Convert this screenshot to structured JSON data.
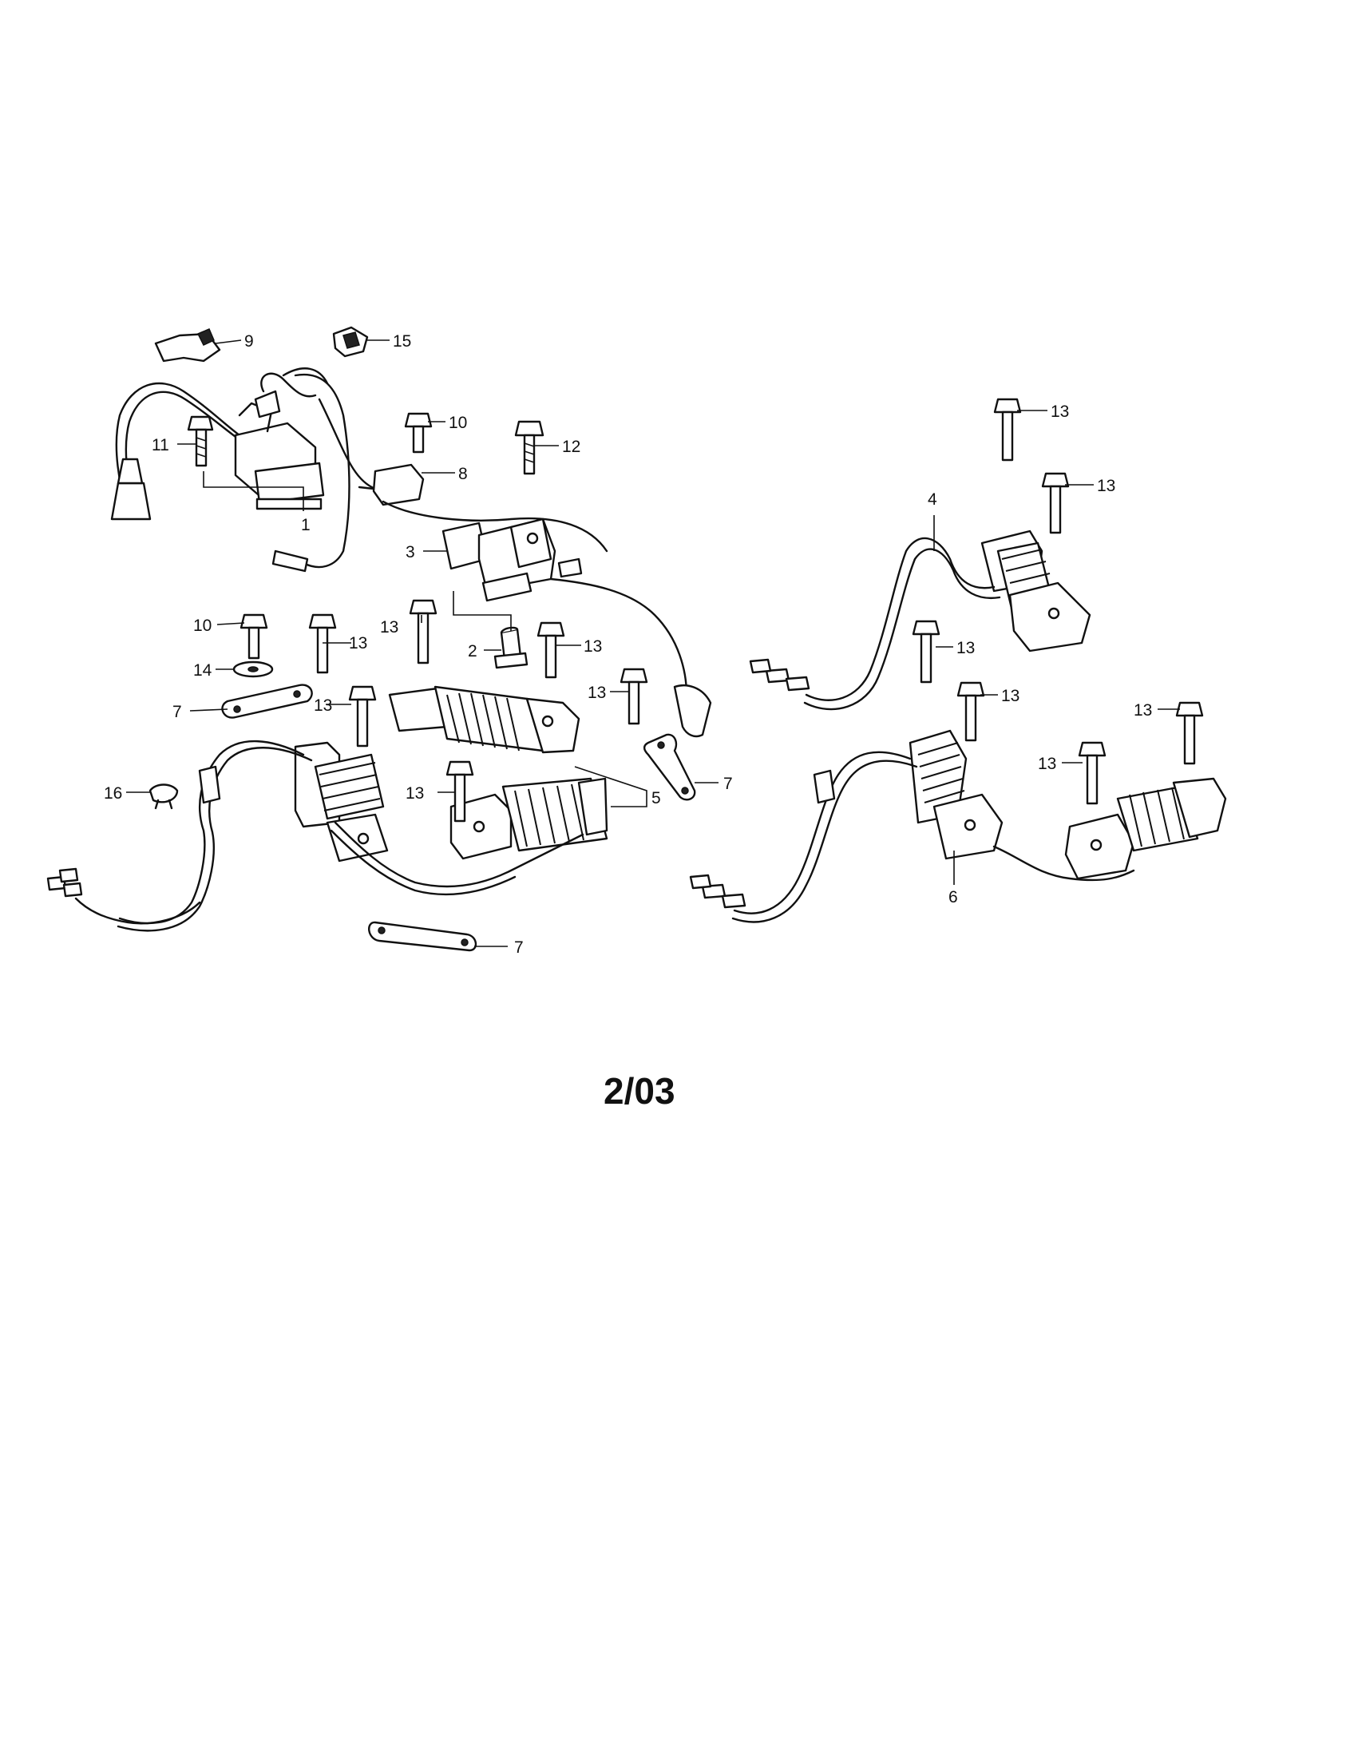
{
  "diagram": {
    "page_label": "2/03",
    "callouts": [
      {
        "id": "c9a",
        "text": "9"
      },
      {
        "id": "c15",
        "text": "15"
      },
      {
        "id": "c10a",
        "text": "10"
      },
      {
        "id": "c11",
        "text": "11"
      },
      {
        "id": "c12",
        "text": "12"
      },
      {
        "id": "c8",
        "text": "8"
      },
      {
        "id": "c1",
        "text": "1"
      },
      {
        "id": "c3",
        "text": "3"
      },
      {
        "id": "c2",
        "text": "2"
      },
      {
        "id": "c10b",
        "text": "10"
      },
      {
        "id": "c14",
        "text": "14"
      },
      {
        "id": "c7a",
        "text": "7"
      },
      {
        "id": "c13a",
        "text": "13"
      },
      {
        "id": "c13b",
        "text": "13"
      },
      {
        "id": "c13c",
        "text": "13"
      },
      {
        "id": "c13d",
        "text": "13"
      },
      {
        "id": "c13e",
        "text": "13"
      },
      {
        "id": "c13f",
        "text": "13"
      },
      {
        "id": "c7b",
        "text": "7"
      },
      {
        "id": "c5",
        "text": "5"
      },
      {
        "id": "c16",
        "text": "16"
      },
      {
        "id": "c7c",
        "text": "7"
      },
      {
        "id": "c4",
        "text": "4"
      },
      {
        "id": "c13g",
        "text": "13"
      },
      {
        "id": "c13h",
        "text": "13"
      },
      {
        "id": "c13i",
        "text": "13"
      },
      {
        "id": "c13j",
        "text": "13"
      },
      {
        "id": "c13k",
        "text": "13"
      },
      {
        "id": "c13l",
        "text": "13"
      },
      {
        "id": "c6",
        "text": "6"
      }
    ]
  }
}
